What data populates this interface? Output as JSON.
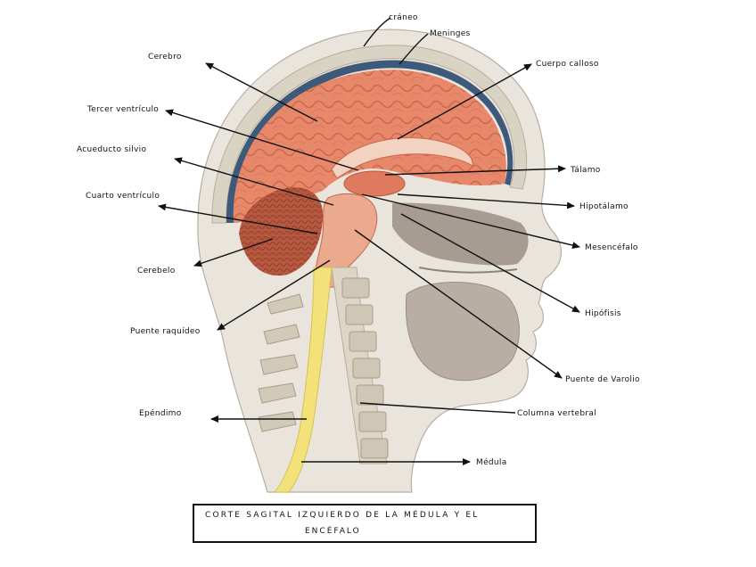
{
  "labels": {
    "craneo": "cráneo",
    "meninges": "Meninges",
    "cerebro_top": "Cerebro",
    "cuerpo_calloso": "Cuerpo calloso",
    "tercer_ventriculo": "Tercer ventrículo",
    "acueducto": "Acueducto silvio",
    "talamo": "Tálamo",
    "hipotalamo": "Hipotálamo",
    "cuarto_ventriculo": "Cuarto ventrículo",
    "mesencefalo": "Mesencéfalo",
    "cerebelo": "Cerebelo",
    "hipofisis": "Hipófisis",
    "puente_raquideo": "Puente raquídeo",
    "puente_varolio": "Puente de Varolio",
    "ependimo": "Epéndimo",
    "columna": "Columna vertebral",
    "medula": "Médula"
  },
  "caption": {
    "line1": "CORTE SAGITAL IZQUIERDO DE LA MÉDULA Y EL",
    "line2": "ENCÉFALO"
  },
  "colors": {
    "brain": "#e8886b",
    "brain_dark": "#c9654a",
    "skin": "#e9e4dc",
    "bone": "#d9d3c4",
    "meninges": "#3d5a7a",
    "cord": "#f3e27a",
    "cerebellum": "#b5583f",
    "tissue": "#a79c91",
    "ink": "#111111"
  }
}
